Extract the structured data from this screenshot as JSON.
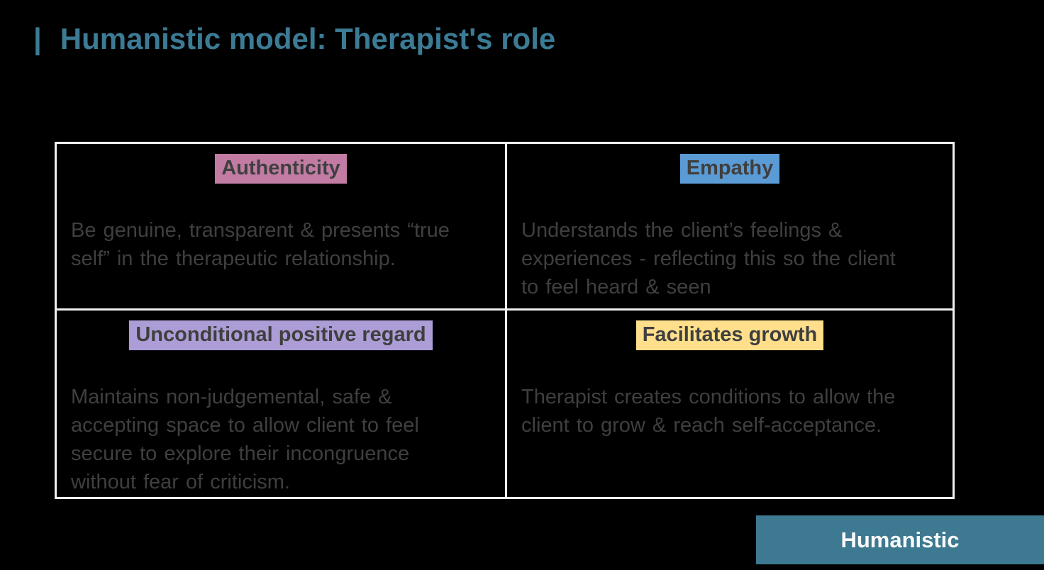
{
  "title": {
    "bar": "|",
    "text": "Humanistic model: Therapist's role"
  },
  "table": {
    "cells": [
      {
        "header": "Authenticity",
        "highlight_color": "#C27CA4",
        "body": [
          "Be genuine, transparent & presents “true",
          "self” in the therapeutic relationship."
        ]
      },
      {
        "header": "Empathy",
        "highlight_color": "#5B9BD5",
        "body": [
          "Understands the client’s feelings &",
          "experiences - reflecting this so the client",
          "to feel heard & seen"
        ]
      },
      {
        "header": "Unconditional positive regard",
        "highlight_color": "#AC9DD6",
        "body": [
          "Maintains non-judgemental, safe &",
          "accepting space to allow client to feel",
          "secure to explore their incongruence",
          "without fear of criticism."
        ]
      },
      {
        "header": "Facilitates growth",
        "highlight_color": "#FFDF8C",
        "body": [
          "Therapist creates conditions to allow the",
          "client to grow & reach self-acceptance."
        ]
      }
    ]
  },
  "badge": {
    "label": "Humanistic",
    "background_color": "#3D7990"
  },
  "colors": {
    "background": "#000000",
    "title_text": "#3C7B95",
    "table_border": "#F0F0F0",
    "cell_text": "#3F3F3F",
    "badge_text": "#FAFAFA"
  }
}
